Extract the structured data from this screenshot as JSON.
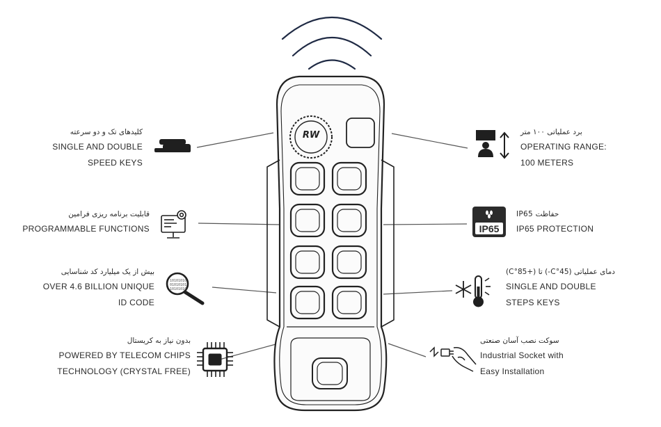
{
  "brand_logo_text": "RW",
  "features": {
    "single_double_speed_keys": {
      "fa": "کلیدهای تک و دو سرعته",
      "en": [
        "SINGLE AND DOUBLE",
        "SPEED KEYS"
      ],
      "icon": "push-button-icon"
    },
    "programmable_functions": {
      "fa": "قابلیت برنامه ریزی فرامین",
      "en": [
        "PROGRAMMABLE FUNCTIONS"
      ],
      "icon": "monitor-gear-icon"
    },
    "unique_id_code": {
      "fa": "بیش از یک میلیارد کد شناسایی",
      "en": [
        "OVER 4.6 BILLION UNIQUE",
        "ID CODE"
      ],
      "icon": "magnifier-binary-icon"
    },
    "crystal_free": {
      "fa": "بدون نیاز به کریستال",
      "en": [
        "POWERED BY TELECOM CHIPS",
        "TECHNOLOGY (CRYSTAL FREE)"
      ],
      "icon": "chip-icon"
    },
    "operating_range": {
      "fa": "برد عملیاتی ۱۰۰ متر",
      "en": [
        "OPERATING RANGE:",
        "100 METERS"
      ],
      "icon": "range-person-icon"
    },
    "ip65_protection": {
      "fa": "IP65 حفاظت",
      "en": [
        "IP65 PROTECTION"
      ],
      "icon": "ip65-badge-icon",
      "badge_text": "IP65"
    },
    "temperature_range": {
      "fa": "دمای عملیاتی (45°C-) تا (+85°C)",
      "en": [
        "SINGLE AND DOUBLE",
        "STEPS KEYS"
      ],
      "icon": "snowflake-thermometer-icon"
    },
    "industrial_socket": {
      "fa": "سوکت نصب آسان صنعتی",
      "en": [
        "Industrial Socket with",
        "Easy Installation"
      ],
      "icon": "plug-hand-icon"
    }
  }
}
